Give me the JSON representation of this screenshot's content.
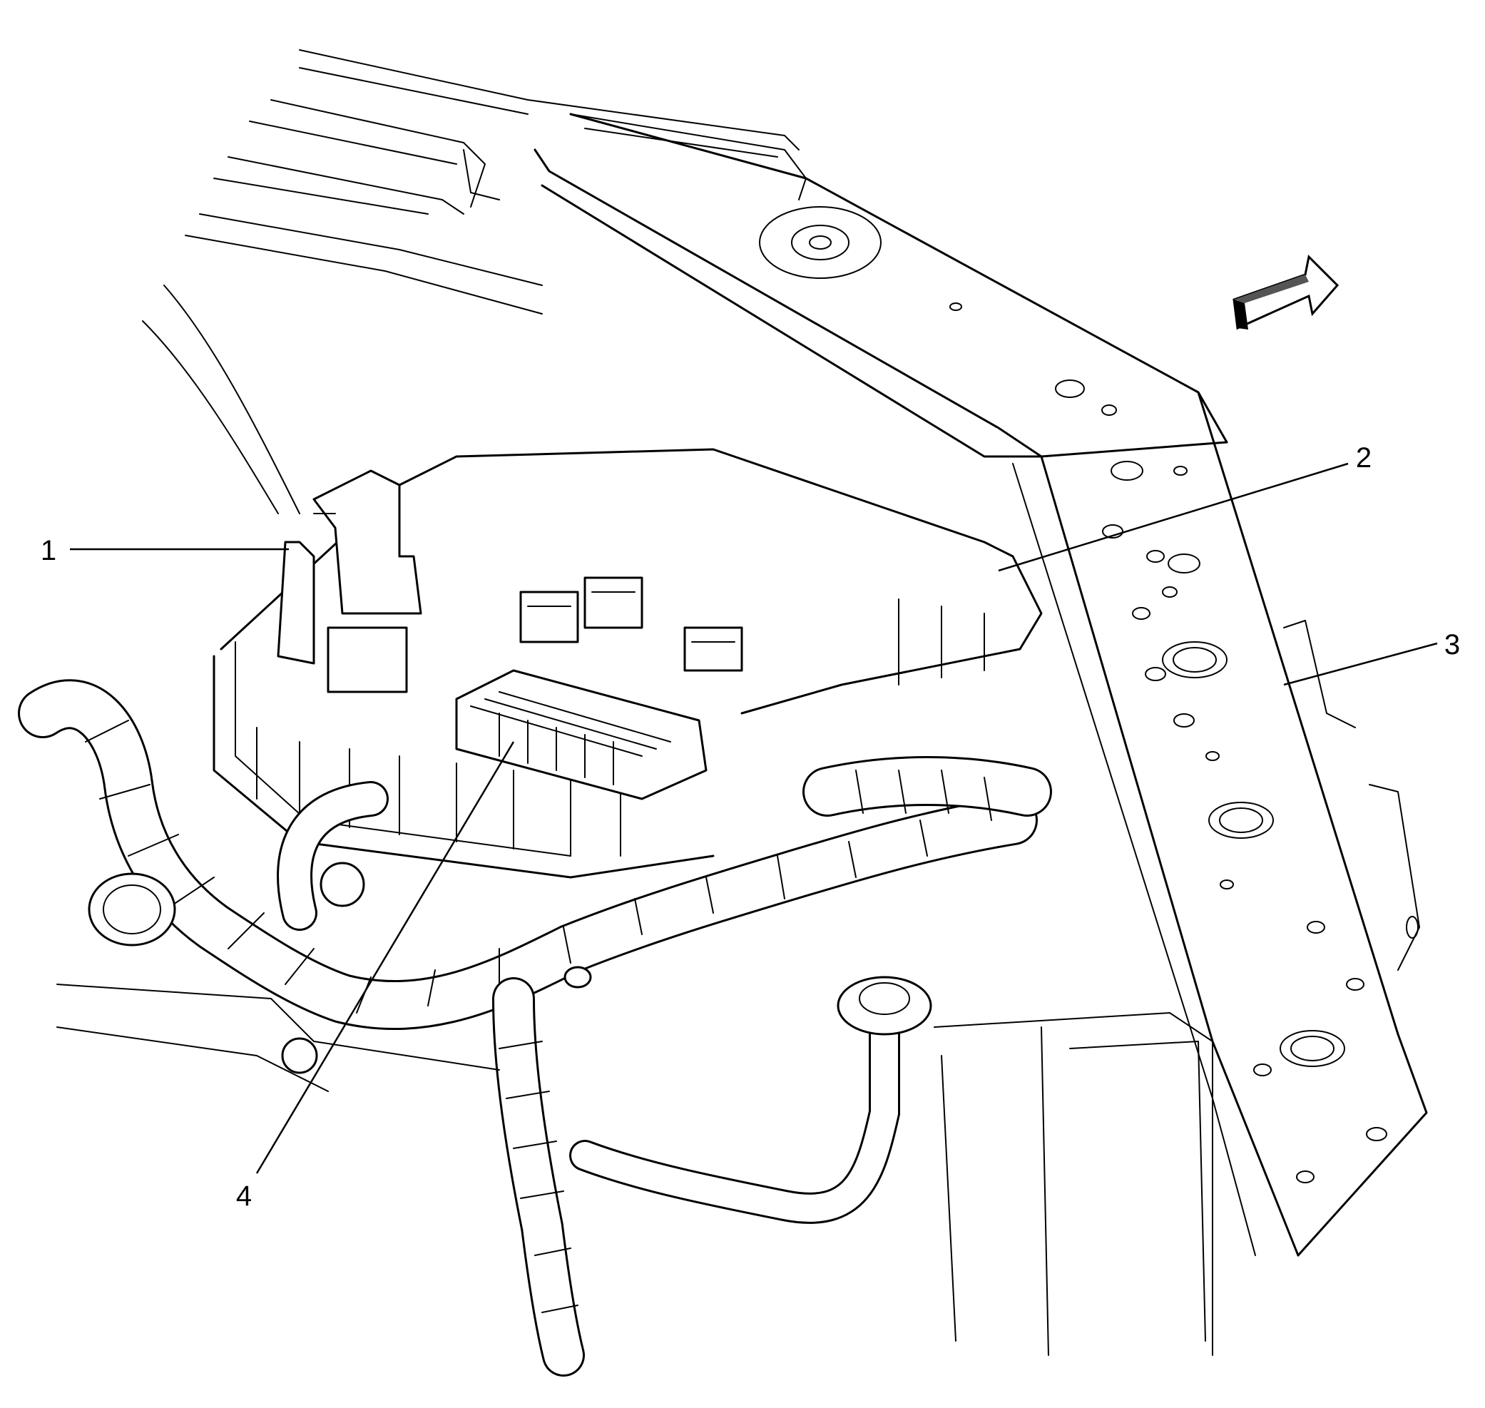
{
  "callouts": [
    {
      "id": "1",
      "label": "1"
    },
    {
      "id": "2",
      "label": "2"
    },
    {
      "id": "3",
      "label": "3"
    },
    {
      "id": "4",
      "label": "4"
    }
  ],
  "icons": {
    "direction_arrow": "front-direction-arrow-icon"
  },
  "colors": {
    "line": "#000000",
    "background": "#ffffff"
  }
}
